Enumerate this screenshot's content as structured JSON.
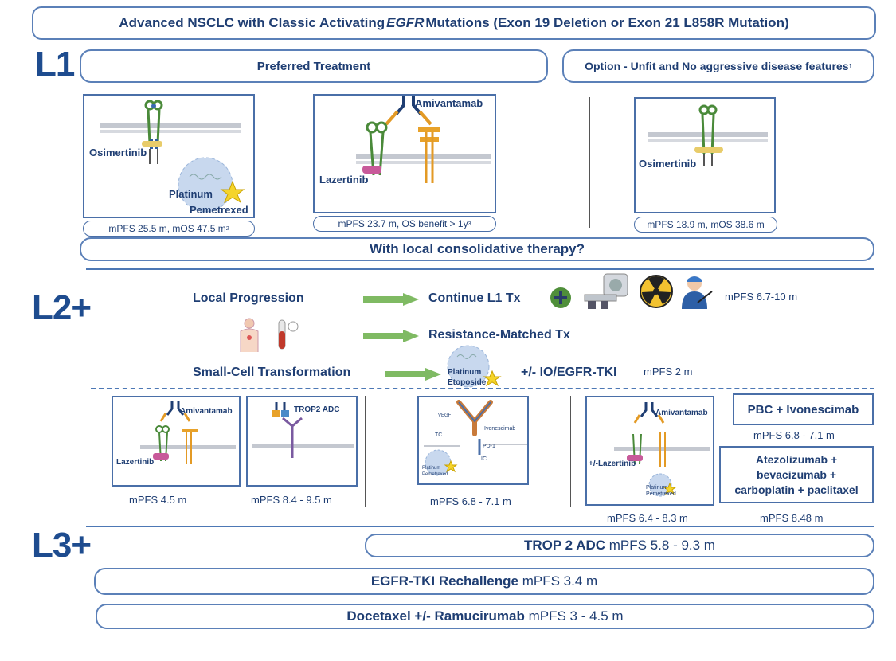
{
  "title": {
    "prefix": "Advanced NSCLC with Classic Activating ",
    "gene": "EGFR",
    "suffix": " Mutations (Exon 19 Deletion or Exon 21 L858R Mutation)"
  },
  "l1": {
    "label": "L1",
    "preferred": "Preferred Treatment",
    "option": "Option - Unfit and No aggressive disease features",
    "option_sup": "1",
    "panel1": {
      "drug": "Osimertinib",
      "chemo1": "Platinum",
      "chemo2": "Pemetrexed",
      "result": "mPFS 25.5 m, mOS 47.5 m",
      "result_sup": "2"
    },
    "panel2": {
      "drug1": "Amivantamab",
      "drug2": "Lazertinib",
      "result": "mPFS 23.7 m, OS benefit > 1y",
      "result_sup": "3"
    },
    "panel3": {
      "drug": "Osimertinib",
      "result": "mPFS 18.9 m, mOS 38.6 m"
    },
    "consolidative": "With local consolidative therapy?"
  },
  "l2": {
    "label": "L2+",
    "local_progression": "Local Progression",
    "continue": "Continue L1 Tx",
    "local_mpfs": "mPFS 6.7-10 m",
    "resistance": "Resistance-Matched Tx",
    "small_cell": "Small-Cell Transformation",
    "chemo1": "Platinum",
    "chemo2": "Etoposide",
    "io": "+/- IO/EGFR-TKI",
    "sc_mpfs": "mPFS 2 m",
    "panels": {
      "a": {
        "drug1": "Amivantamab",
        "drug2": "Lazertinib",
        "result": "mPFS 4.5 m"
      },
      "b": {
        "drug": "TROP2 ADC",
        "result": "mPFS 8.4 - 9.5 m"
      },
      "c": {
        "vegf": "VEGF",
        "ivone": "Ivonescimab",
        "pd1": "PD-1",
        "tc": "TC",
        "ic": "IC",
        "chemo1": "Platinum",
        "chemo2": "Pemetrexed",
        "result": "mPFS 6.8 - 7.1 m"
      },
      "d": {
        "drug1": "Amivantamab",
        "drug2": "+/-Lazertinib",
        "chemo1": "Platinum",
        "chemo2": "Pemetrexed",
        "result": "mPFS 6.4 - 8.3 m"
      },
      "e": {
        "box1": "PBC + Ivonescimab",
        "result1": "mPFS 6.8 - 7.1 m",
        "box2_l1": "Atezolizumab +",
        "box2_l2": "bevacizumab +",
        "box2_l3": "carboplatin + paclitaxel",
        "result2": "mPFS 8.48 m"
      }
    }
  },
  "l3": {
    "label": "L3+",
    "trop2_bold": "TROP 2 ADC",
    "trop2_mpfs": " mPFS 5.8 - 9.3 m",
    "rechallenge_bold": "EGFR-TKI Rechallenge",
    "rechallenge_mpfs": " mPFS 3.4 m",
    "docetaxel_bold": "Docetaxel +/- Ramucirumab",
    "docetaxel_mpfs": " mPFS 3 - 4.5 m"
  },
  "colors": {
    "accent": "#1f3e73",
    "border": "#4a6fa8",
    "arrow": "#7fba63",
    "membrane": "#bfc3cc"
  }
}
